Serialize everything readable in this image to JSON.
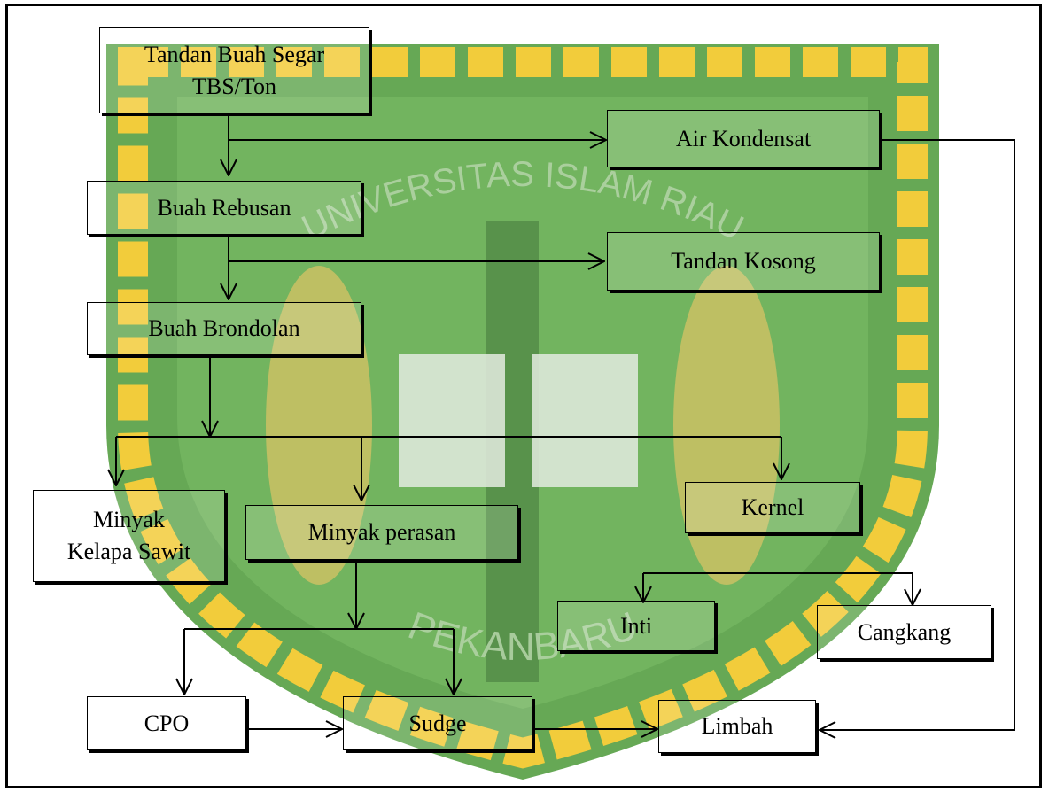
{
  "colors": {
    "line": "#000000",
    "watermark_green": "#3f8a2e",
    "watermark_gold": "#f1c40f",
    "background": "#ffffff"
  },
  "watermark": {
    "arc_top": "UNIVERSITAS ISLAM RIAU",
    "arc_bottom": "PEKANBARU"
  },
  "nodes": {
    "tbs": "Tandan Buah Segar\nTBS/Ton",
    "air_kondensat": "Air Kondensat",
    "buah_rebusan": "Buah Rebusan",
    "tandan_kosong": "Tandan Kosong",
    "buah_brondolan": "Buah Brondolan",
    "minyak_kelapa_sawit": "Minyak\nKelapa Sawit",
    "minyak_perasan": "Minyak perasan",
    "kernel": "Kernel",
    "inti": "Inti",
    "cangkang": "Cangkang",
    "cpo": "CPO",
    "sudge": "Sudge",
    "limbah": "Limbah"
  }
}
